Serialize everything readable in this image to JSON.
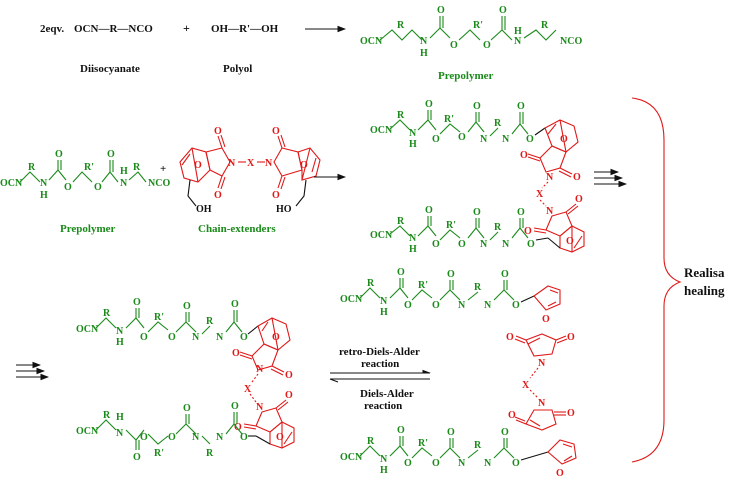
{
  "colors": {
    "prepolymer": "#1a8a1a",
    "adduct": "#e01818",
    "text": "#111111"
  },
  "step1": {
    "prefix": "2eqv.",
    "diisocyanate_formula": "OCN—R—NCO",
    "plus": "+",
    "polyol_formula": "OH—R'—OH",
    "diisocyanate_label": "Diisocyanate",
    "polyol_label": "Polyol",
    "product_label": "Prepolymer"
  },
  "step2": {
    "prepolymer_label": "Prepolymer",
    "plus": "+",
    "extender_label": "Chain-extenders"
  },
  "reaction": {
    "forward_label_line1": "retro-Diels-Alder",
    "forward_label_line2": "reaction",
    "reverse_label_line1": "Diels-Alder",
    "reverse_label_line2": "reaction"
  },
  "outcome": {
    "line1": "Realisa",
    "line2": "healing"
  },
  "atoms": {
    "ocn": "OCN",
    "nco": "NCO",
    "r": "R",
    "rp": "R'",
    "n": "N",
    "h": "H",
    "o": "O",
    "x": "X",
    "oh": "OH",
    "ho": "HO"
  }
}
